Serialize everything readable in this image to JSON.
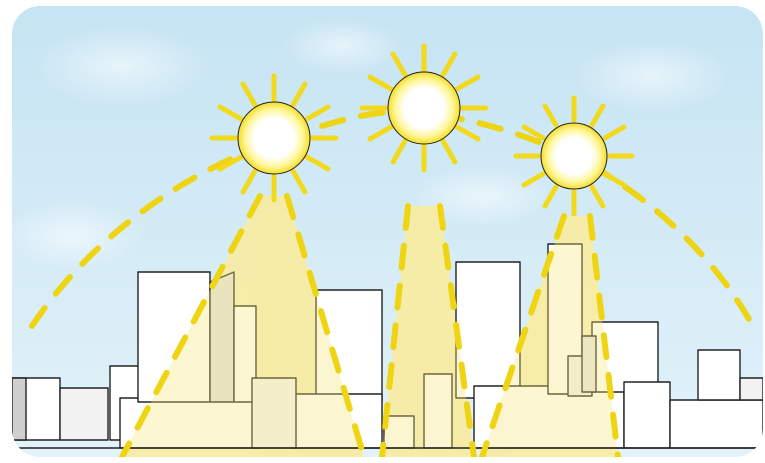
{
  "illustration": {
    "subject": "sun-path-over-city",
    "colors": {
      "sky_top": "#c9e6f4",
      "sky_bottom": "#dff1f9",
      "sun_fill": "#ffffff",
      "sun_glow": "#fff36a",
      "sun_ray": "#f2d91c",
      "light_beam": "#fbf1b8",
      "arc_dash": "#f0d514",
      "building_fill": "#ffffff",
      "building_shade": "#e7e7e7",
      "outline": "#222222"
    },
    "suns": [
      {
        "id": "left"
      },
      {
        "id": "center"
      },
      {
        "id": "right"
      }
    ]
  }
}
